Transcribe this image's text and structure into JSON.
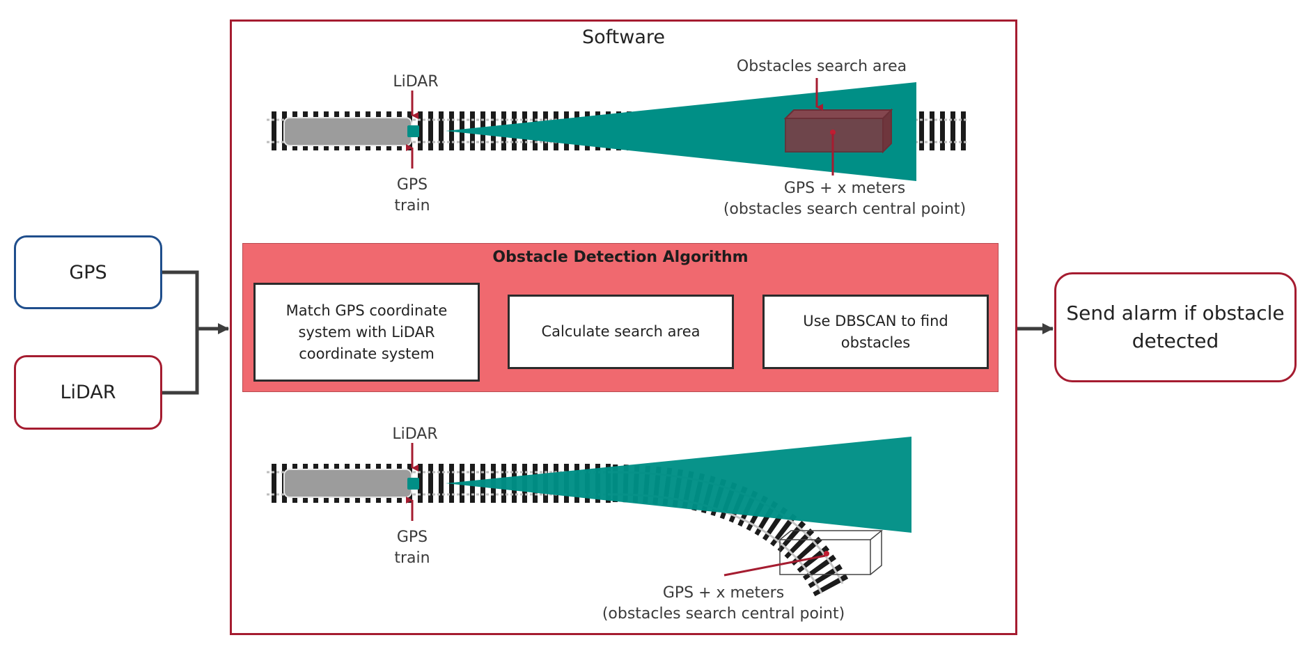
{
  "inputs": {
    "gps": "GPS",
    "lidar": "LiDAR"
  },
  "output": {
    "label": "Send alarm if obstacle detected"
  },
  "software": {
    "title": "Software",
    "algorithm": {
      "title": "Obstacle Detection Algorithm",
      "steps": [
        "Match GPS coordinate system with LiDAR coordinate system",
        "Calculate search area",
        "Use DBSCAN to find obstacles"
      ]
    },
    "top_scene": {
      "lidar": "LiDAR",
      "gps_line1": "GPS",
      "gps_line2": "train",
      "search_area": "Obstacles search area",
      "point_line1": "GPS + x meters",
      "point_line2": "(obstacles search central point)"
    },
    "bottom_scene": {
      "lidar": "LiDAR",
      "gps_line1": "GPS",
      "gps_line2": "train",
      "point_line1": "GPS + x meters",
      "point_line2": "(obstacles search central point)"
    }
  },
  "colors": {
    "accent_red": "#a51c30",
    "gps_blue": "#1f4e8c",
    "algorithm_fill": "#f0696f",
    "search_cone": "#008f86"
  }
}
